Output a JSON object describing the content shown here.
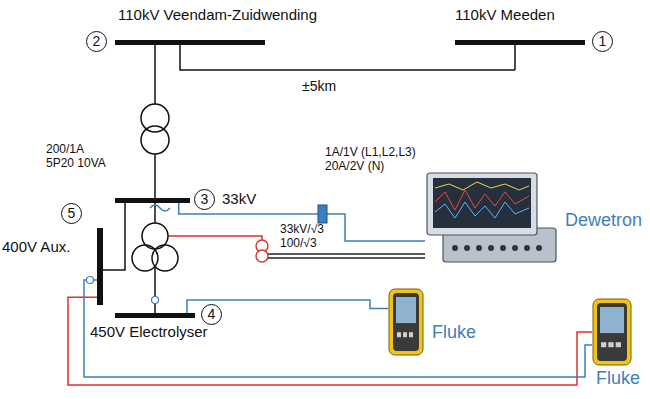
{
  "diagram": {
    "nodes": [
      {
        "text": [
          "110kV Meeden",
          "1"
        ]
      },
      {
        "text": [
          "110kV Veendam-Zuidwending",
          "2"
        ]
      },
      {
        "text": [
          "33kV",
          "3"
        ]
      },
      {
        "text": [
          "450V Electrolyser",
          "4"
        ]
      },
      {
        "text": [
          "400V Aux.",
          "5"
        ]
      },
      {
        "text": [
          "Dewetron"
        ]
      },
      {
        "text": [
          "Fluke"
        ]
      },
      {
        "text": [
          "Fluke"
        ]
      }
    ],
    "edges": [
      {
        "from": 1,
        "to": 0,
        "arrow": "none",
        "label": "±5km"
      },
      {
        "from": 1,
        "to": 2,
        "arrow": "none"
      },
      {
        "from": 2,
        "to": 3,
        "arrow": "none"
      },
      {
        "from": 2,
        "to": 4,
        "arrow": "none"
      },
      {
        "from": 2,
        "to": 5,
        "arrow": "none"
      },
      {
        "from": 3,
        "to": 6,
        "arrow": "none"
      },
      {
        "from": 4,
        "to": 7,
        "arrow": "none"
      }
    ],
    "labels": [
      "200/1A 5P20 10VA",
      "33kV/√3 100/√3",
      "1A/1V (L1,L2,L3) 20A/2V (N)"
    ]
  }
}
